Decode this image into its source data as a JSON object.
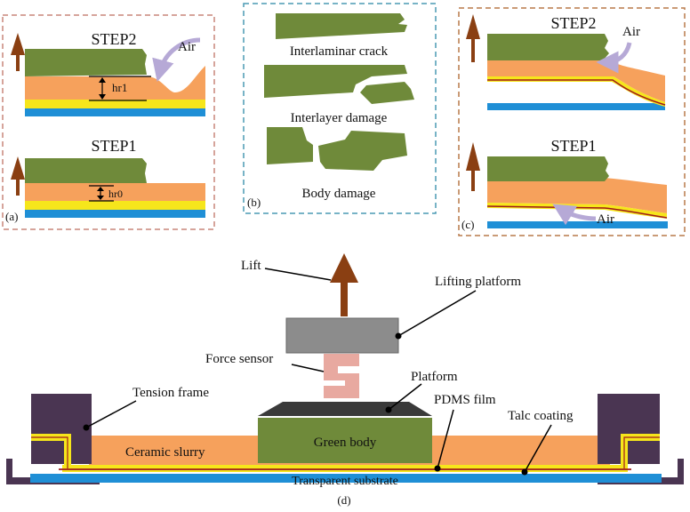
{
  "panel_a": {
    "step2_title": "STEP2",
    "step1_title": "STEP1",
    "air_label": "Air",
    "hr1_label": "hr1",
    "hr0_label": "hr0",
    "panel_letter": "(a)"
  },
  "panel_b": {
    "crack1_label": "Interlaminar crack",
    "crack2_label": "Interlayer damage",
    "crack3_label": "Body damage",
    "panel_letter": "(b)"
  },
  "panel_c": {
    "step2_title": "STEP2",
    "step1_title": "STEP1",
    "air_top_label": "Air",
    "air_bottom_label": "Air",
    "panel_letter": "(c)"
  },
  "panel_d": {
    "lift_label": "Lift",
    "lifting_platform_label": "Lifting platform",
    "force_sensor_label": "Force sensor",
    "platform_label": "Platform",
    "tension_frame_label": "Tension frame",
    "pdms_film_label": "PDMS film",
    "talc_coating_label": "Talc coating",
    "ceramic_slurry_label": "Ceramic slurry",
    "green_body_label": "Green body",
    "substrate_label": "Transparent substrate",
    "panel_letter": "(d)"
  },
  "colors": {
    "green_body": "#6f8a3a",
    "slurry": "#f6a15c",
    "yellow_layer": "#f6e61b",
    "substrate": "#1f8fd6",
    "frame": "#4a3552",
    "arrow": "#8a3f12",
    "air_arrow": "#b6a9d6",
    "panel_a_border": "#c8857a",
    "panel_b_border": "#4a9ab3",
    "panel_c_border": "#b87a4a"
  }
}
